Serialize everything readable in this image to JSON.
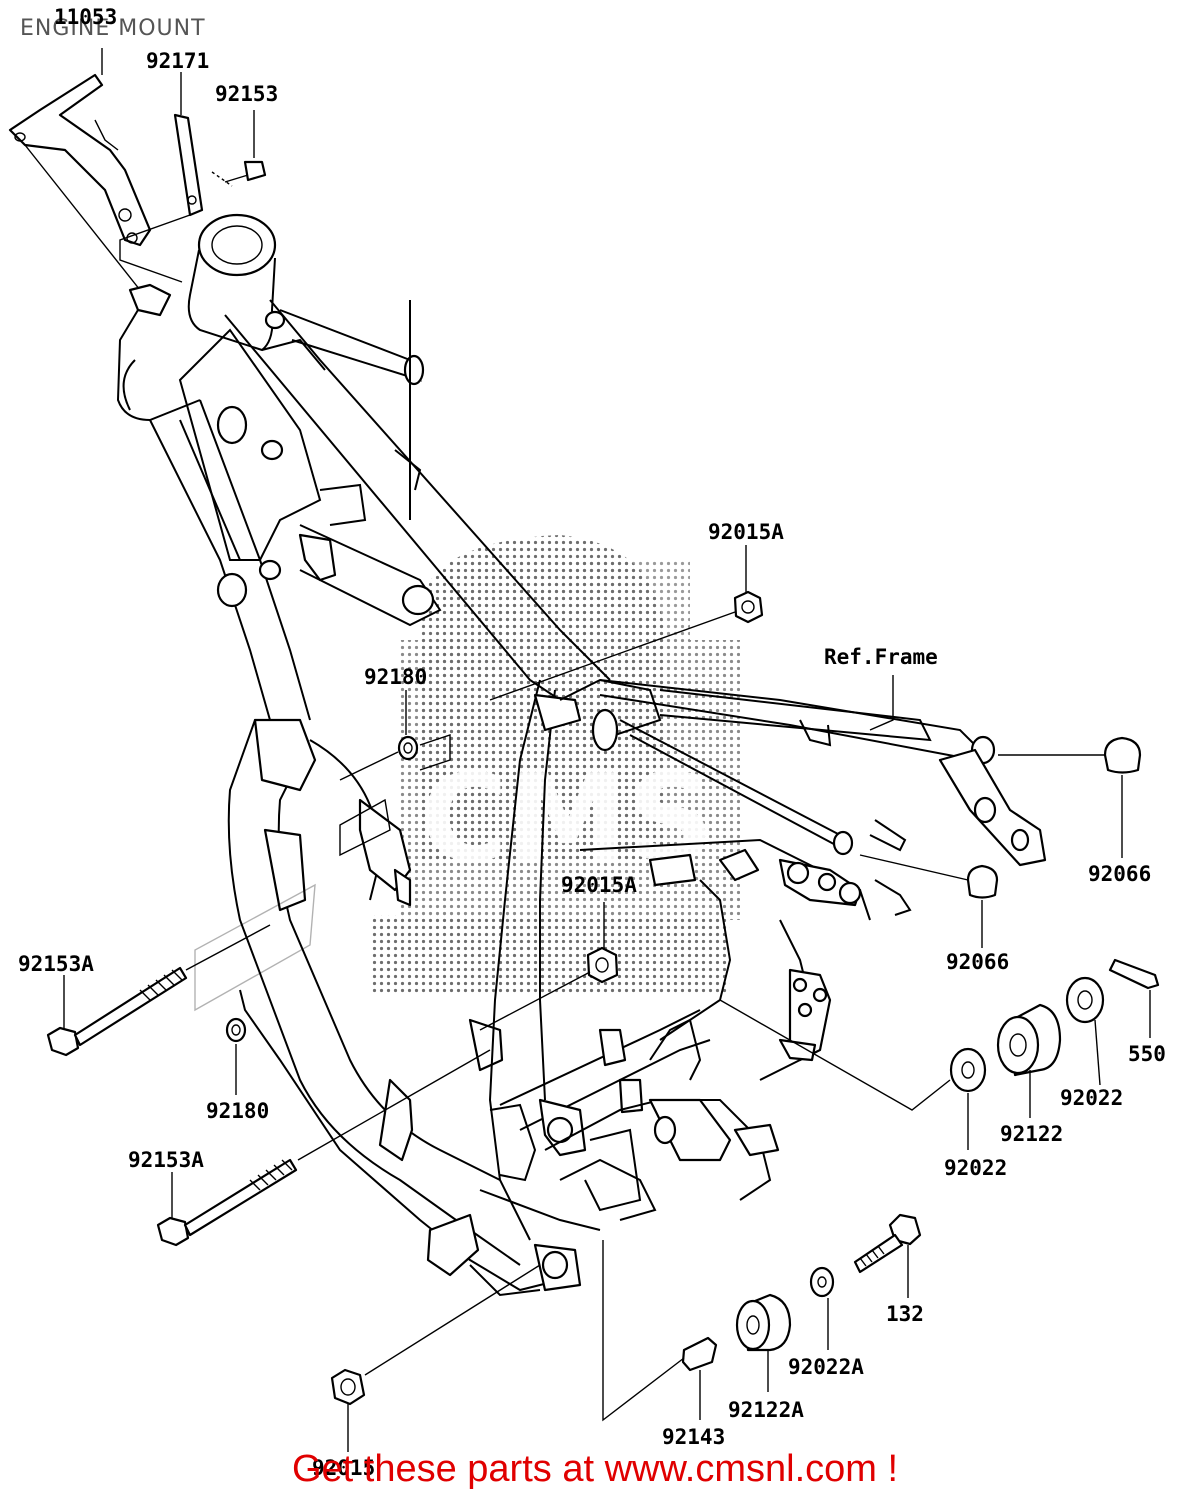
{
  "title": "ENGINE MOUNT",
  "reference_label": "Ref.Frame",
  "footer_text": "Get these parts at www.cmsnl.com !",
  "watermark": "CMS",
  "parts": [
    {
      "id": "p11053",
      "number": "11053"
    },
    {
      "id": "p92171",
      "number": "92171"
    },
    {
      "id": "p92153",
      "number": "92153"
    },
    {
      "id": "p92015A_top",
      "number": "92015A"
    },
    {
      "id": "p92180_top",
      "number": "92180"
    },
    {
      "id": "p92066_a",
      "number": "92066"
    },
    {
      "id": "p92066_b",
      "number": "92066"
    },
    {
      "id": "p92015A_mid",
      "number": "92015A"
    },
    {
      "id": "p92153A_a",
      "number": "92153A"
    },
    {
      "id": "p550",
      "number": "550"
    },
    {
      "id": "p92022_a",
      "number": "92022"
    },
    {
      "id": "p92122",
      "number": "92122"
    },
    {
      "id": "p92180_bot",
      "number": "92180"
    },
    {
      "id": "p92022_b",
      "number": "92022"
    },
    {
      "id": "p92153A_b",
      "number": "92153A"
    },
    {
      "id": "p132",
      "number": "132"
    },
    {
      "id": "p92022A",
      "number": "92022A"
    },
    {
      "id": "p92122A",
      "number": "92122A"
    },
    {
      "id": "p92143",
      "number": "92143"
    },
    {
      "id": "p92015",
      "number": "92015"
    }
  ]
}
